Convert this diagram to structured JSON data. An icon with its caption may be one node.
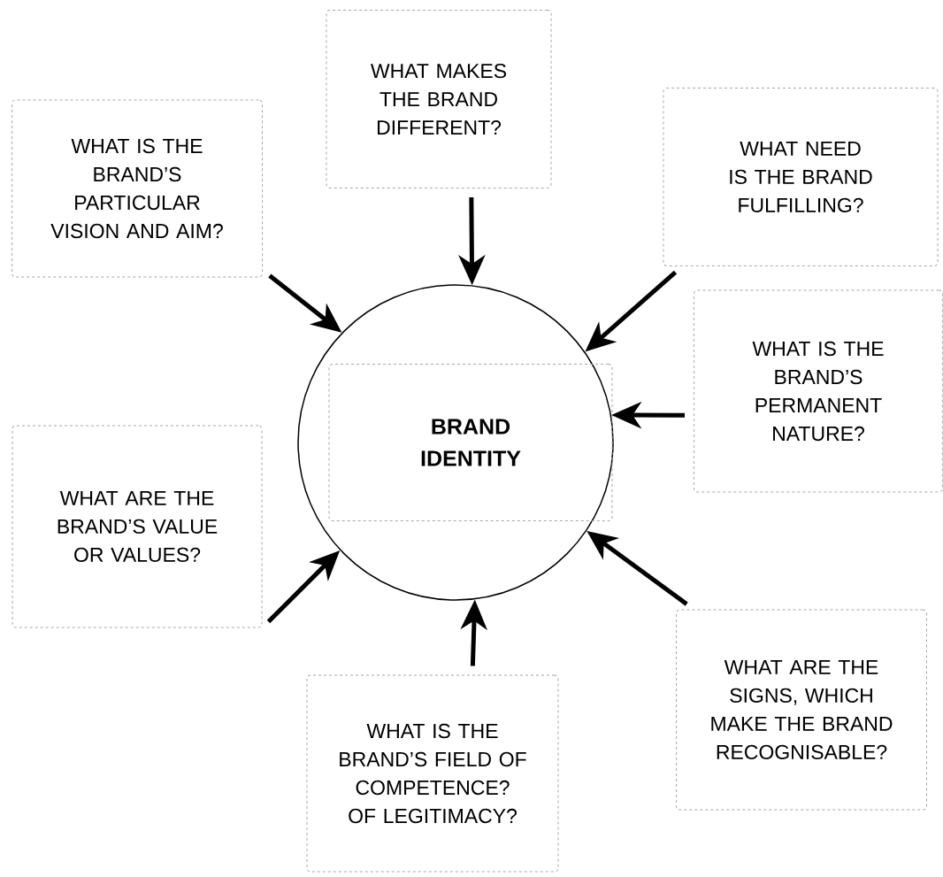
{
  "diagram": {
    "nodes": [
      {
        "text": [
          "WHAT MAKES THE BRAND DIFFERENT?"
        ]
      },
      {
        "text": [
          "WHAT IS THE BRAND’S PARTICULAR VISION AND AIM?"
        ]
      },
      {
        "text": [
          "WHAT NEED IS THE BRAND FULFILLING?"
        ]
      },
      {
        "text": [],
        "shape": "circle"
      },
      {
        "text": [
          "BRAND IDENTITY"
        ],
        "in": 3
      },
      {
        "text": [
          "WHAT IS THE BRAND’S PERMANENT NATURE?"
        ]
      },
      {
        "text": [
          "WHAT ARE THE BRAND’S VALUE OR VALUES?"
        ]
      },
      {
        "text": [
          "WHAT ARE THE SIGNS, WHICH MAKE THE BRAND RECOGNISABLE?"
        ]
      },
      {
        "text": [
          "WHAT IS THE BRAND’S FIELD OF COMPETENCE? OF LEGITIMACY?"
        ]
      }
    ],
    "edges": [
      {
        "from": 0,
        "to": 3,
        "arrow": "to"
      },
      {
        "from": 1,
        "to": 3,
        "arrow": "to"
      },
      {
        "from": 2,
        "to": 3,
        "arrow": "to"
      },
      {
        "from": 5,
        "to": 3,
        "arrow": "to"
      },
      {
        "from": 6,
        "to": 3,
        "arrow": "to"
      },
      {
        "from": 7,
        "to": 3,
        "arrow": "to"
      },
      {
        "from": 8,
        "to": 3,
        "arrow": "to"
      }
    ]
  }
}
